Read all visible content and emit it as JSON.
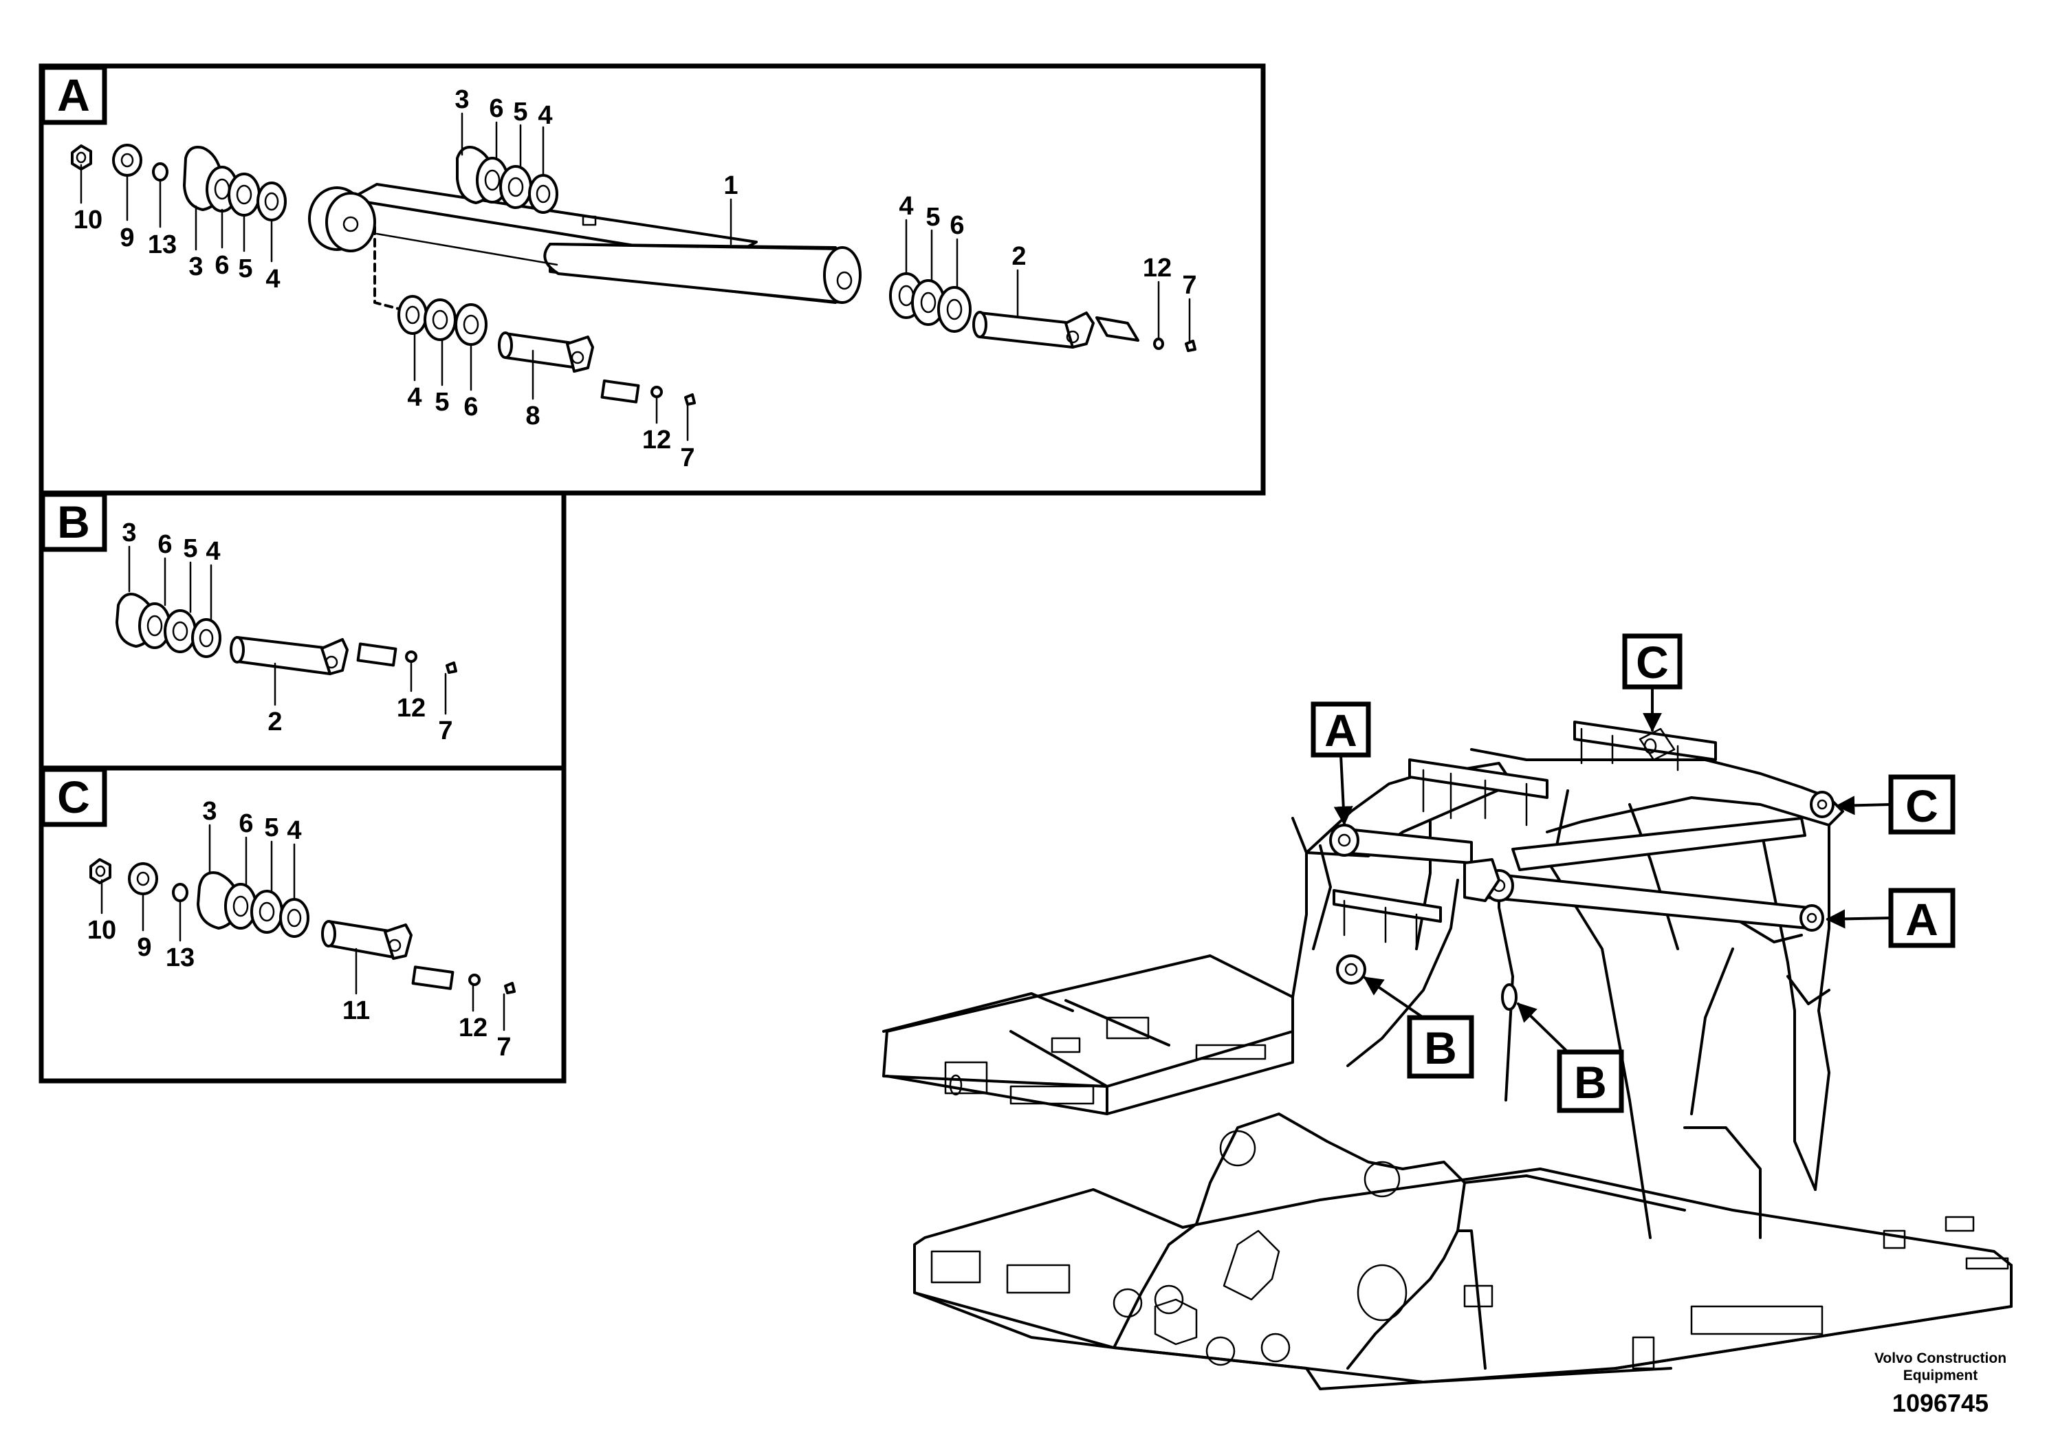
{
  "sections": [
    {
      "id": "A",
      "label": "A",
      "callouts": [
        "10",
        "9",
        "13",
        "3",
        "6",
        "5",
        "4",
        "3",
        "6",
        "5",
        "4",
        "1",
        "4",
        "5",
        "6",
        "2",
        "12",
        "7",
        "4",
        "5",
        "6",
        "8",
        "12",
        "7"
      ]
    },
    {
      "id": "B",
      "label": "B",
      "callouts": [
        "3",
        "6",
        "5",
        "4",
        "2",
        "12",
        "7"
      ]
    },
    {
      "id": "C",
      "label": "C",
      "callouts": [
        "10",
        "9",
        "13",
        "3",
        "6",
        "5",
        "4",
        "11",
        "12",
        "7"
      ]
    }
  ],
  "overview_labels": [
    "A",
    "C",
    "C",
    "A",
    "B",
    "B"
  ],
  "brand": {
    "line1": "Volvo Construction",
    "line2": "Equipment"
  },
  "drawing_number": "1096745",
  "colors": {
    "line": "#000000",
    "background": "#ffffff"
  }
}
